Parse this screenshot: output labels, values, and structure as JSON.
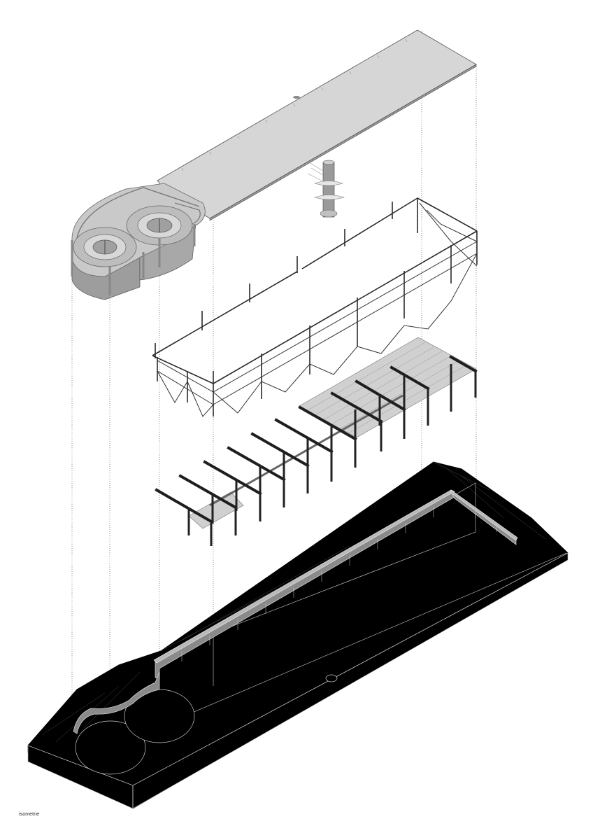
{
  "drawing": {
    "type": "exploded isometric architectural drawing",
    "caption": "isometrie",
    "layers": [
      {
        "name": "roof-slab-with-spiral-ramps",
        "color": "#d6d6d6"
      },
      {
        "name": "spiral-staircase",
        "color": "#bdbdbd"
      },
      {
        "name": "perimeter-truss-frame",
        "color": "#2a2a2a"
      },
      {
        "name": "portal-frames-and-decking",
        "color": "#1e1e1e"
      },
      {
        "name": "terrain-base-with-retaining-wall",
        "color": "#000000"
      }
    ],
    "colors": {
      "background": "#ffffff",
      "slab": "#d6d6d6",
      "steel": "#1e1e1e",
      "terrain": "#000000",
      "guide_lines": "#777777"
    }
  }
}
